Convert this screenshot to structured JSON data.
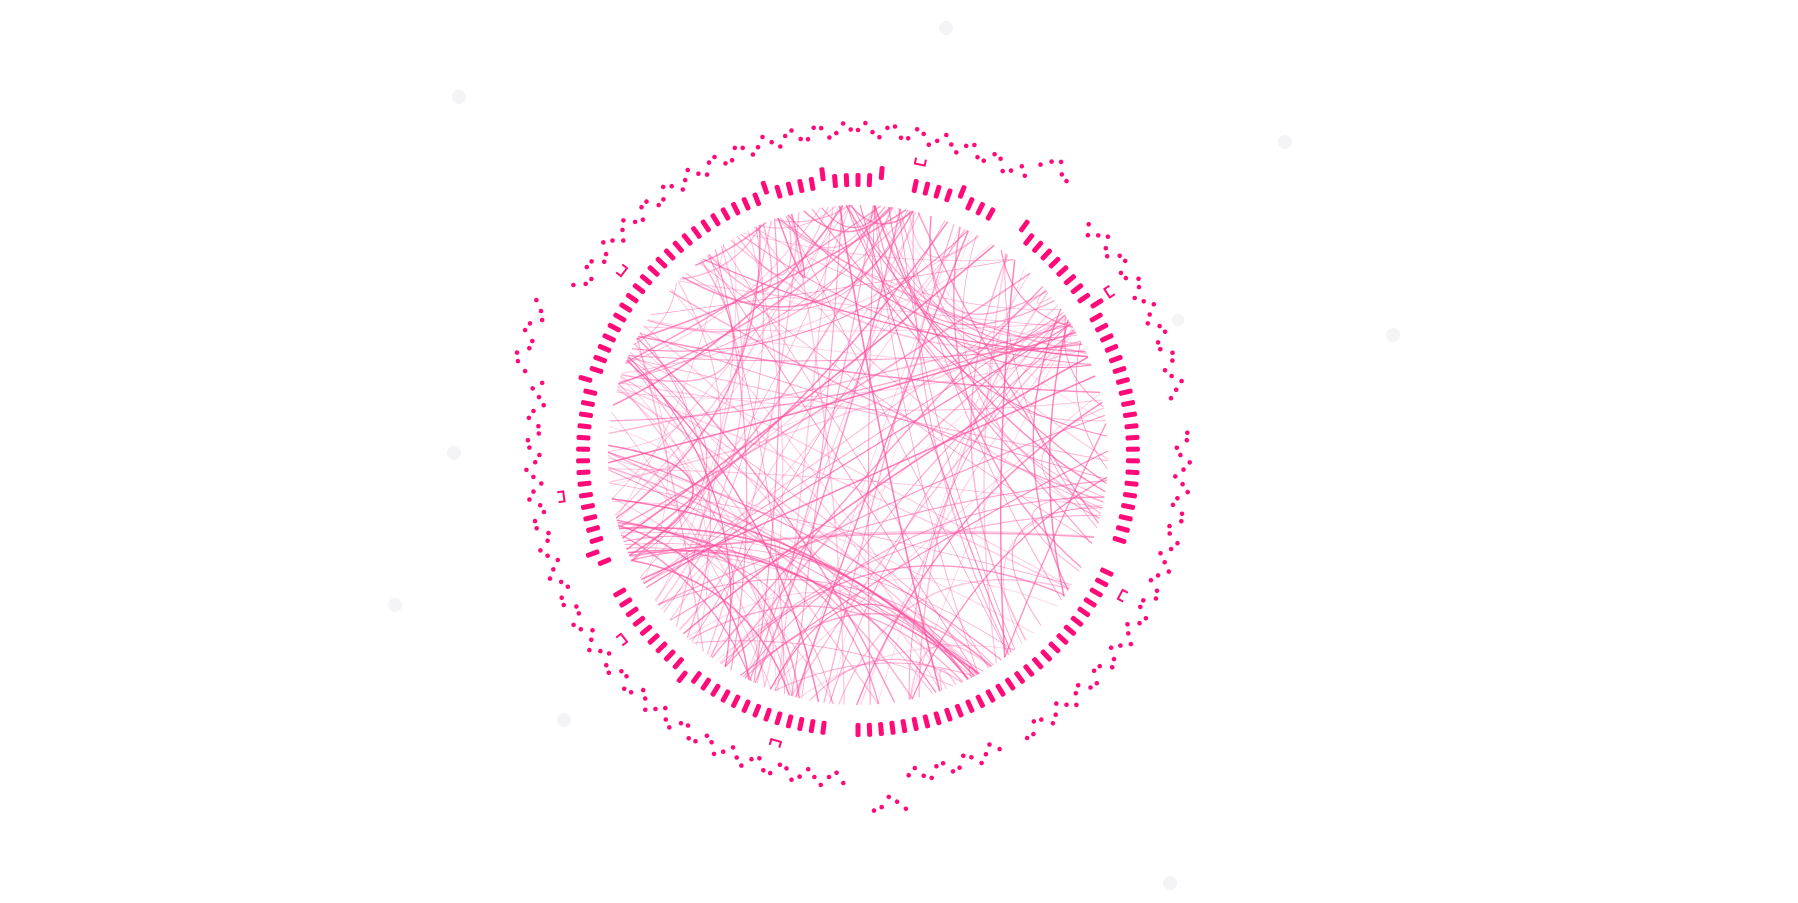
{
  "diagram": {
    "type": "circular-network",
    "colors": {
      "accent": "#ff0a78",
      "links": "#ff4f9e",
      "ghost": "#f2f2f5",
      "background": "#ffffff"
    },
    "inner_segment_count": 150,
    "outer_dot_count": 280,
    "link_count": 220,
    "notes_visible_text": ""
  }
}
